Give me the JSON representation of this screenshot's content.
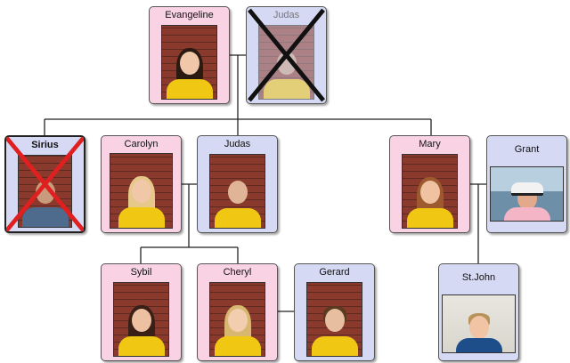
{
  "people": {
    "evangeline": "Evangeline",
    "judas_sr": "Judas",
    "sirius": "Sirius",
    "carolyn": "Carolyn",
    "judas": "Judas",
    "mary": "Mary",
    "grant": "Grant",
    "sybil": "Sybil",
    "cheryl": "Cheryl",
    "gerard": "Gerard",
    "stjohn": "St.John"
  },
  "colors": {
    "female_card": "#f9d3e3",
    "male_card": "#d5d9f3",
    "deceased_mark_red": "#e02020",
    "deceased_mark_black": "#111111",
    "shirt": "#f0c814"
  },
  "deceased": [
    "judas_sr",
    "sirius"
  ]
}
